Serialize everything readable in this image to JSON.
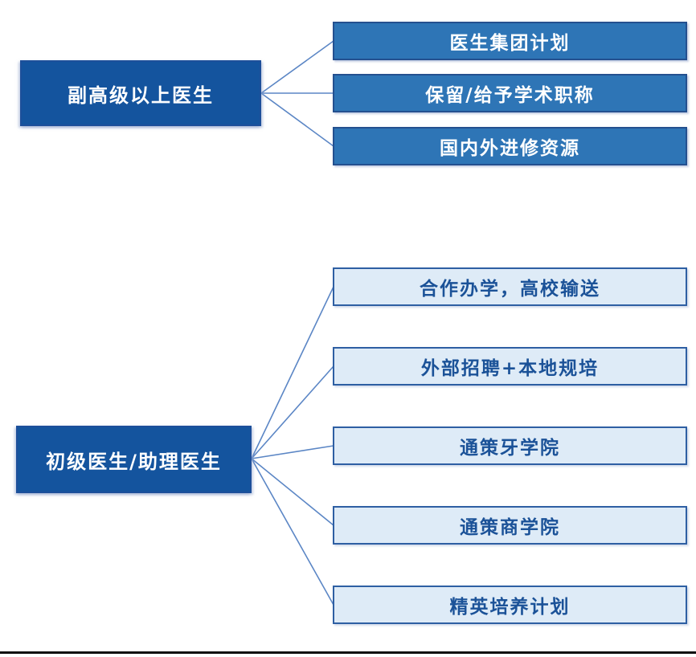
{
  "diagram": {
    "title": "doctor-tier-development-paths",
    "groups": [
      {
        "source": {
          "label": "副高级以上医生"
        },
        "targets": [
          {
            "label": "医生集团计划"
          },
          {
            "label": "保留/给予学术职称"
          },
          {
            "label": "国内外进修资源"
          }
        ]
      },
      {
        "source": {
          "label": "初级医生/助理医生"
        },
        "targets": [
          {
            "label": "合作办学，高校输送"
          },
          {
            "label": "外部招聘+本地规培"
          },
          {
            "label": "通策牙学院"
          },
          {
            "label": "通策商学院"
          },
          {
            "label": "精英培养计划"
          }
        ]
      }
    ],
    "colors": {
      "source_fill": "#14549E",
      "source_text": "#FFFFFF",
      "tier1_fill": "#2E75B6",
      "tier1_border": "#24508F",
      "tier1_text": "#FFFFFF",
      "tier2_fill": "#DEEBF7",
      "tier2_border": "#2E5FA3",
      "tier2_text": "#1B5298",
      "connector_line": "#5B86C5",
      "bottom_rule": "#0D0D0D"
    }
  }
}
